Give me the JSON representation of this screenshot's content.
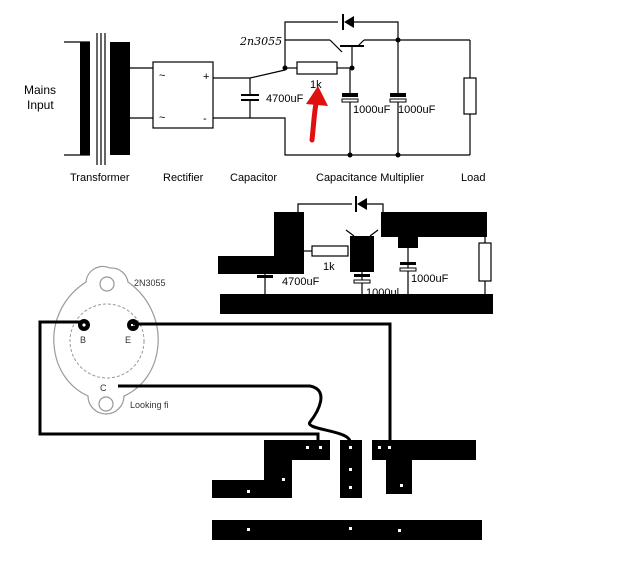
{
  "schematic": {
    "mains_label_line1": "Mains",
    "mains_label_line2": "Input",
    "transistor_label": "2n3055",
    "resistor_label": "1k",
    "cap_main_label": "4700uF",
    "cap_a_label": "1000uF",
    "cap_b_label": "1000uF",
    "rectifier_plus": "+",
    "rectifier_minus": "-",
    "rectifier_ac1": "~",
    "rectifier_ac2": "~",
    "captions": {
      "transformer": "Transformer",
      "rectifier": "Rectifier",
      "capacitor": "Capacitor",
      "multiplier": "Capacitance Multiplier",
      "load": "Load"
    },
    "arrow_color": "#e01010"
  },
  "layout_board": {
    "resistor_label": "1k",
    "cap_main_label": "4700uF",
    "cap_a_label": "1000ul",
    "cap_b_label": "1000uF"
  },
  "transistor_pinout": {
    "title": "2N3055",
    "pin_b": "B",
    "pin_e": "E",
    "pin_c": "C",
    "note": "Looking fi"
  }
}
